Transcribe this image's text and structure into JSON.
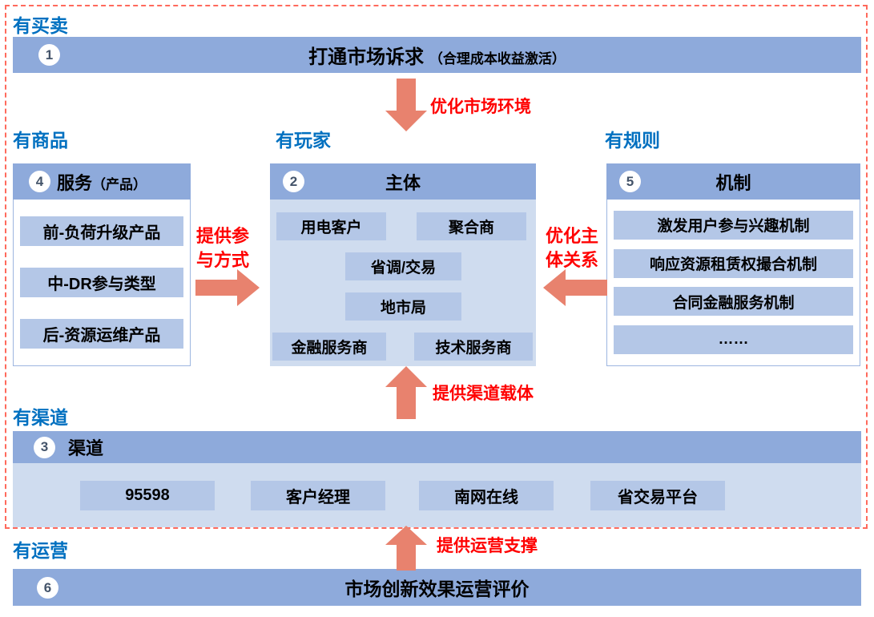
{
  "colors": {
    "header_blue": "#8EAADB",
    "item_blue": "#B4C7E7",
    "panel_blue": "#CFDCEF",
    "label_blue": "#0070C0",
    "accent_red": "#FF0000",
    "arrow_salmon": "#E8826E",
    "dashed_border": "#FF6A5C",
    "number_navy": "#44546A"
  },
  "section_labels": {
    "trade": "有买卖",
    "goods": "有商品",
    "players": "有玩家",
    "rules": "有规则",
    "channels": "有渠道",
    "operations": "有运营"
  },
  "top_banner": {
    "number": "1",
    "title": "打通市场诉求",
    "subtitle": "（合理成本收益激活）"
  },
  "arrows": {
    "market_env": "优化市场环境",
    "participation_line1": "提供参",
    "participation_line2": "与方式",
    "subject_relation_line1": "优化主",
    "subject_relation_line2": "体关系",
    "channel_carrier": "提供渠道载体",
    "operation_support": "提供运营支撑"
  },
  "service_box": {
    "number": "4",
    "title": "服务",
    "title_note": "（产品）",
    "items": [
      "前-负荷升级产品",
      "中-DR参与类型",
      "后-资源运维产品"
    ]
  },
  "subject_box": {
    "number": "2",
    "title": "主体",
    "items": [
      "用电客户",
      "聚合商",
      "省调/交易",
      "地市局",
      "金融服务商",
      "技术服务商"
    ]
  },
  "mechanism_box": {
    "number": "5",
    "title": "机制",
    "items": [
      "激发用户参与兴趣机制",
      "响应资源租赁权撮合机制",
      "合同金融服务机制",
      "……"
    ]
  },
  "channel_box": {
    "number": "3",
    "title": "渠道",
    "items": [
      "95598",
      "客户经理",
      "南网在线",
      "省交易平台"
    ]
  },
  "bottom_banner": {
    "number": "6",
    "title": "市场创新效果运营评价"
  }
}
